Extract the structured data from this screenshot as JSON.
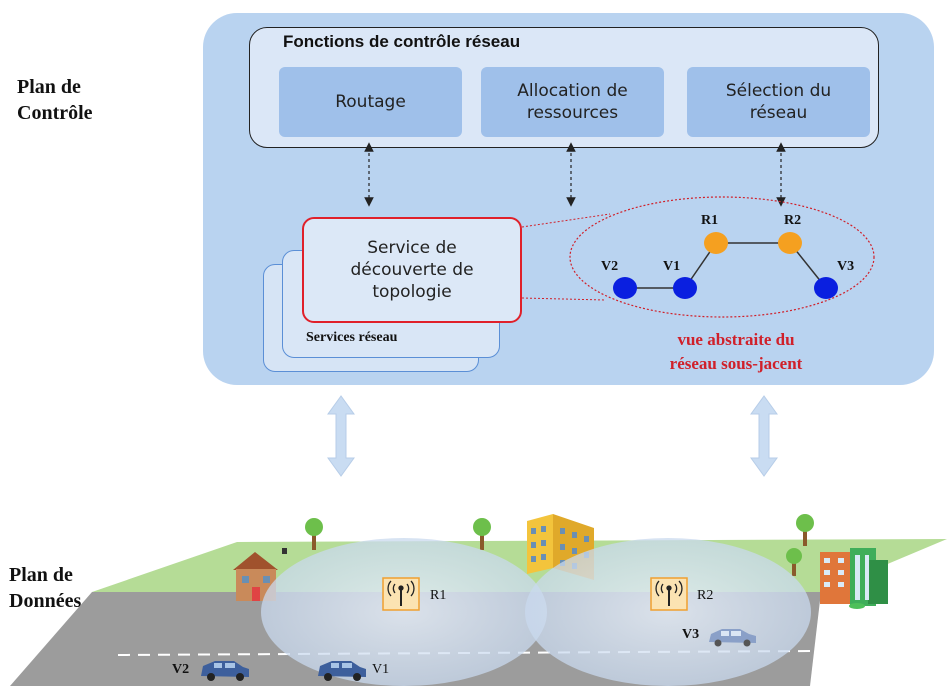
{
  "planes": {
    "control_label_line1": "Plan de",
    "control_label_line2": "Contrôle",
    "data_label_line1": "Plan de",
    "data_label_line2": "Données"
  },
  "network_control_functions": {
    "title": "Fonctions de contrôle réseau",
    "routing": "Routage",
    "resource_allocation_line1": "Allocation de",
    "resource_allocation_line2": "ressources",
    "network_selection_line1": "Sélection du",
    "network_selection_line2": "réseau"
  },
  "network_services": {
    "label": "Services réseau",
    "topology_line1": "Service de",
    "topology_line2": "découverte de",
    "topology_line3": "topologie"
  },
  "abstract_view": {
    "caption_line1": "vue abstraite du",
    "caption_line2": "réseau sous-jacent",
    "nodes": {
      "r1": "R1",
      "r2": "R2",
      "v1": "V1",
      "v2": "V2",
      "v3": "V3"
    }
  },
  "data_plane": {
    "rsu_r1": "R1",
    "rsu_r2": "R2",
    "vehicle_v1": "V1",
    "vehicle_v2": "V2",
    "vehicle_v3": "V3"
  },
  "colors": {
    "control_plane_bg": "#b9d3f0",
    "function_box": "#9fc0ea",
    "highlight_red": "#e0202a",
    "vehicle_node": "#0a1fe0",
    "rsu_node": "#f5a020",
    "grass": "#b5dc96",
    "road": "#9c9c9c"
  }
}
